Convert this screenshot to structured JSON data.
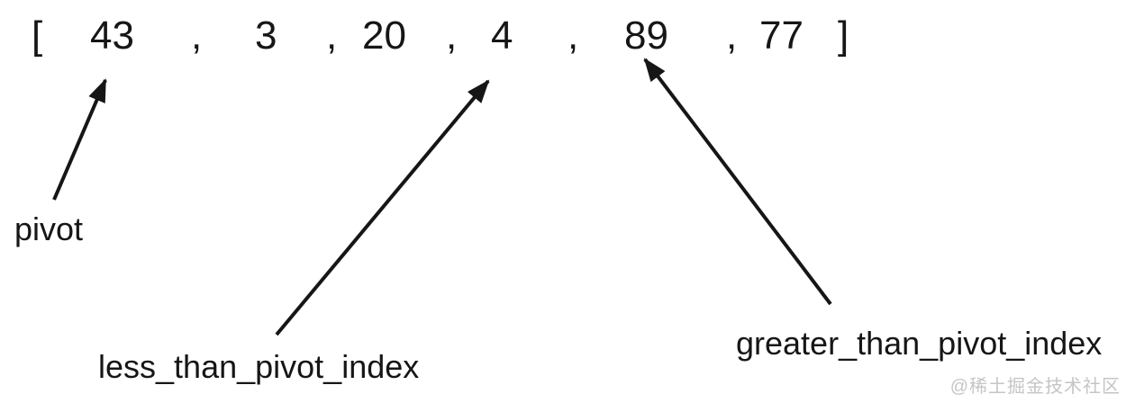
{
  "array": {
    "open_bracket": "[",
    "close_bracket": "]",
    "comma": ",",
    "values": [
      "43",
      "3",
      "20",
      "4",
      "89",
      "77"
    ]
  },
  "labels": {
    "pivot": "pivot",
    "less_than_pivot_index": "less_than_pivot_index",
    "greater_than_pivot_index": "greater_than_pivot_index"
  },
  "arrows": [
    {
      "name": "pivot-arrow",
      "points_to": "43"
    },
    {
      "name": "less-than-pivot-index-arrow",
      "points_to": "4"
    },
    {
      "name": "greater-than-pivot-index-arrow",
      "points_to": "89"
    }
  ],
  "watermark": {
    "text": "@稀土掘金技术社区"
  },
  "colors": {
    "ink": "#161616",
    "watermark_gray": "#c5c5c5",
    "background": "#ffffff"
  }
}
